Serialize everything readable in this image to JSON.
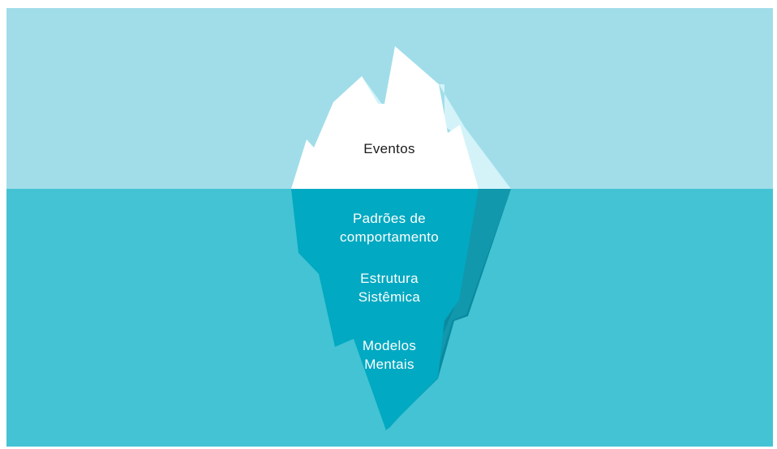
{
  "diagram": {
    "colors": {
      "sky": "#a0dde9",
      "water": "#43c3d3",
      "ice_face": "#ffffff",
      "ice_shade": "#d3f3f9",
      "underwater_face": "#01a9c2",
      "underwater_shade": "#1198ac",
      "underwater_deep": "#0a8aa0"
    },
    "layers": {
      "events": {
        "label": "Eventos"
      },
      "patterns": {
        "line1": "Padrões de",
        "line2": "comportamento"
      },
      "structure": {
        "line1": "Estrutura",
        "line2": "Sistêmica"
      },
      "mental_models": {
        "line1": "Modelos",
        "line2": "Mentais"
      }
    }
  }
}
